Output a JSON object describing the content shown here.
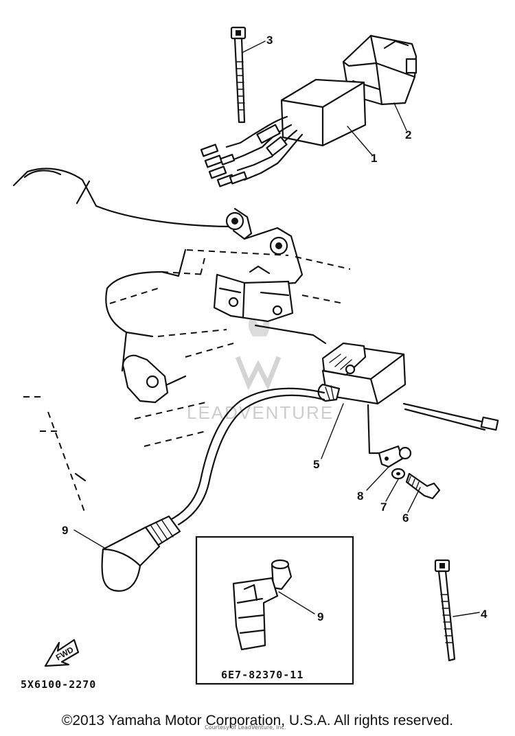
{
  "callouts": [
    {
      "id": "1",
      "label": "1"
    },
    {
      "id": "2",
      "label": "2"
    },
    {
      "id": "3",
      "label": "3"
    },
    {
      "id": "4",
      "label": "4"
    },
    {
      "id": "5",
      "label": "5"
    },
    {
      "id": "6",
      "label": "6"
    },
    {
      "id": "7",
      "label": "7"
    },
    {
      "id": "8",
      "label": "8"
    },
    {
      "id": "9a",
      "label": "9"
    },
    {
      "id": "9b",
      "label": "9"
    }
  ],
  "diagram_code": "5X6100-2270",
  "inset_part_number": "6E7-82370-11",
  "fwd_label": "FWD",
  "watermark": {
    "text": "LEADVENTURE",
    "small_text": "Courtesy of LeadVenture, Inc."
  },
  "footer": "©2013 Yamaha Motor Corporation, U.S.A. All rights reserved."
}
